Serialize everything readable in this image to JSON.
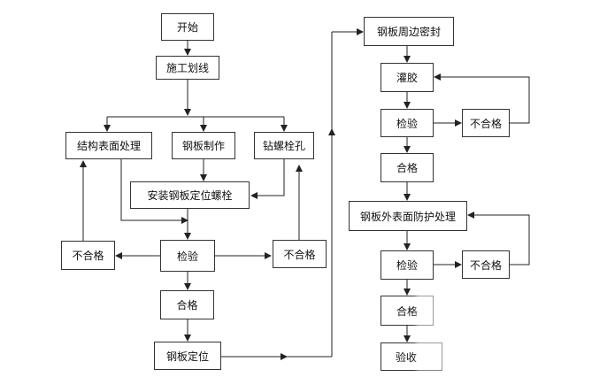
{
  "flow": {
    "start": "开始",
    "construction_line": "施工划线",
    "surface_treatment": "结构表面处理",
    "plate_fabrication": "钢板制作",
    "drill_bolt_holes": "钻螺栓孔",
    "install_bolts": "安装钢板定位螺栓",
    "unqualified_left": "不合格",
    "inspection_main": "检验",
    "unqualified_right": "不合格",
    "qualified_main": "合格",
    "plate_positioning": "钢板定位",
    "edge_sealing": "钢板周边密封",
    "grouting": "灌胶",
    "inspection_grout": "检验",
    "unqualified_grout": "不合格",
    "qualified_grout": "合格",
    "surface_protection": "钢板外表面防护处理",
    "inspection_final": "检验",
    "unqualified_final": "不合格",
    "qualified_final": "合格",
    "acceptance": "验收"
  }
}
